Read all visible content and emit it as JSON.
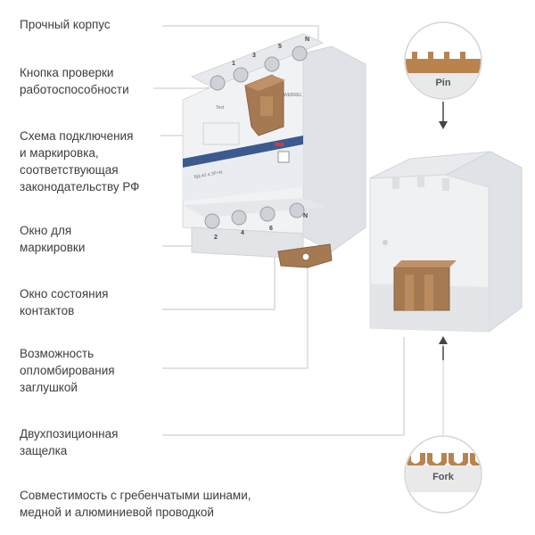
{
  "features": [
    "Прочный корпус",
    "Кнопка проверки\nработоспособности",
    "Схема подключения\nи маркировка,\nсоответствующая\nзаконодательству РФ",
    "Окно для\nмаркировки",
    "Окно состояния\nконтактов",
    "Возможность\nопломбирования\nзаглушкой",
    "Двухпозиционная\nзащелка",
    "Совместимость с гребенчатыми шинами,\nмедной и алюминиевой проводкой"
  ],
  "bubbles": {
    "top_label": "Pin",
    "bottom_label": "Fork"
  },
  "device": {
    "brand": "WEBREL",
    "test_button": "Test",
    "rating": "ВД-40 4,3Р+N",
    "terminal_top": [
      "1",
      "3",
      "5",
      "N"
    ],
    "terminal_bottom": [
      "2",
      "4",
      "6",
      "N"
    ]
  },
  "colors": {
    "accent_brown": "#a57a52",
    "body_gray": "#eceef0",
    "line_gray": "#b8b8b8",
    "stripe_blue": "#3d5a8f"
  }
}
